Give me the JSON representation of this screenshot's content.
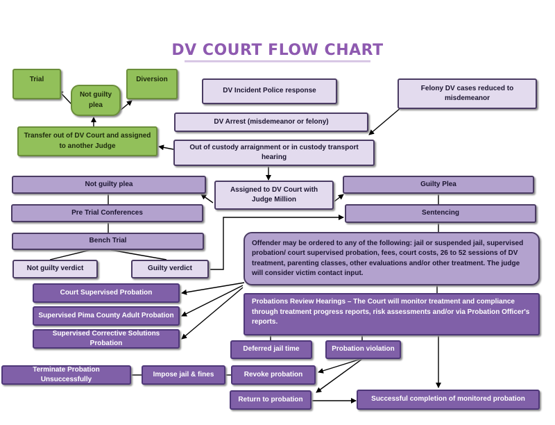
{
  "title": "DV COURT FLOW CHART",
  "colors": {
    "green": "#92c05a",
    "light_purple": "#e3dbee",
    "mid_purple": "#b3a2ce",
    "dark_purple": "#8060a8",
    "title": "#8e5ab0"
  },
  "nodes": {
    "trial": "Trial",
    "diversion": "Diversion",
    "not_guilty_plea_small": "Not guilty plea",
    "transfer": "Transfer out of DV Court and assigned to another Judge",
    "incident": "DV Incident Police response",
    "felony_reduced": "Felony DV cases reduced to misdemeanor",
    "arrest": "DV Arrest (misdemeanor or felony)",
    "arraignment": "Out of custody arraignment or in custody transport hearing",
    "not_guilty_plea": "Not guilty plea",
    "assigned": "Assigned to DV Court with Judge Million",
    "guilty_plea": "Guilty Plea",
    "pretrial": "Pre Trial Conferences",
    "sentencing": "Sentencing",
    "bench_trial": "Bench Trial",
    "not_guilty_verdict": "Not guilty verdict",
    "guilty_verdict": "Guilty verdict",
    "offender": "Offender may be ordered to any of the following: jail or suspended jail, supervised probation/ court supervised probation, fees, court costs, 26 to 52 sessions of DV treatment, parenting classes, other evaluations and/or other treatment. The judge will consider victim contact input.",
    "court_probation": "Court Supervised Probation",
    "pima_probation": "Supervised Pima County Adult Probation",
    "corrective_probation": "Supervised Corrective Solutions Probation",
    "review": "Probations Review Hearings – The Court will monitor treatment and compliance through treatment progress reports, risk assessments and/or via Probation Officer's reports.",
    "deferred": "Deferred jail time",
    "violation": "Probation violation",
    "terminate": "Terminate Probation Unsuccessfully",
    "impose": "Impose jail & fines",
    "revoke": "Revoke probation",
    "return": "Return to probation",
    "success": "Successful completion of monitored probation"
  }
}
